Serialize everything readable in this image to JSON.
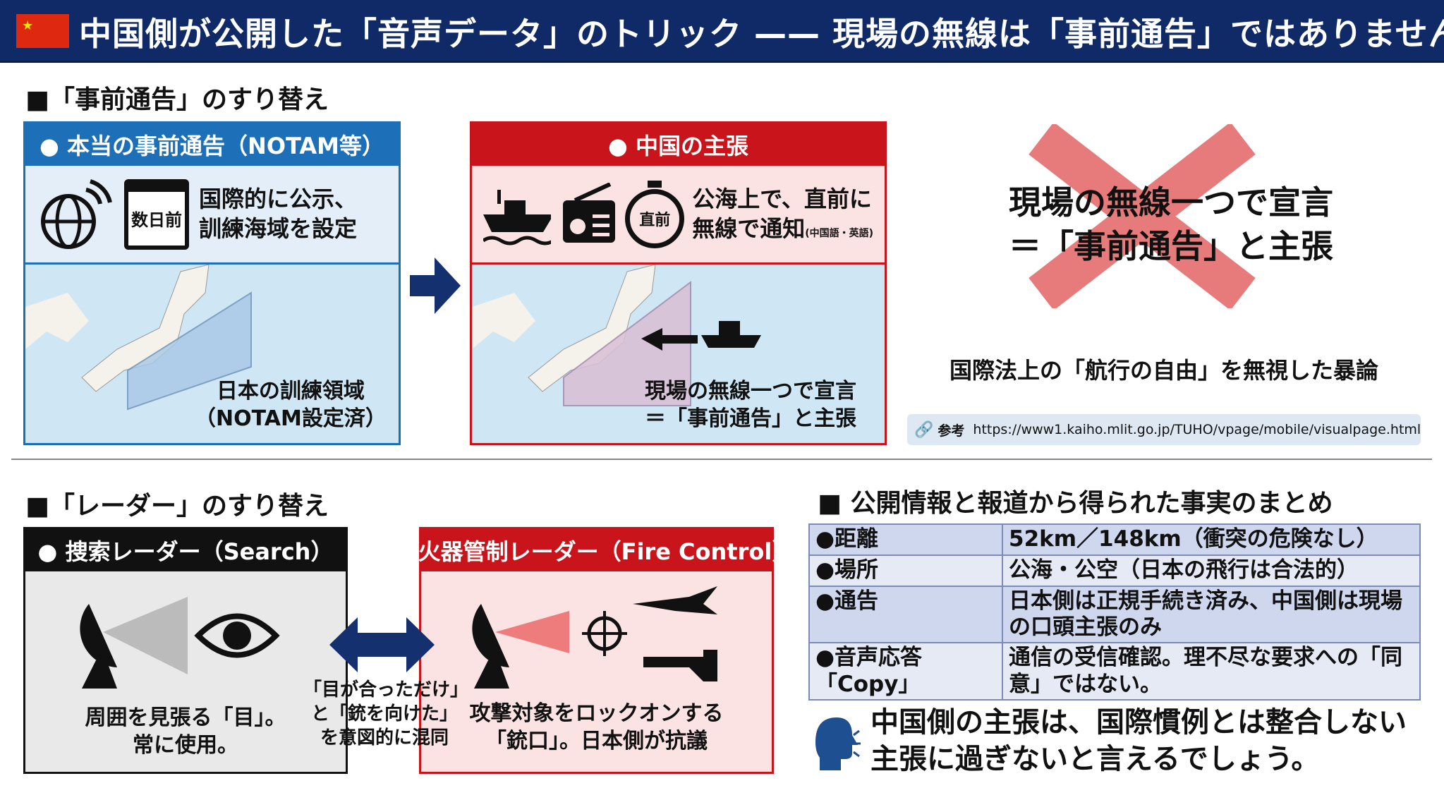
{
  "header": {
    "title": "中国側が公開した「音声データ」のトリック —— 現場の無線は「事前通告」ではありません",
    "flag_color": "#de2910"
  },
  "section1": {
    "title": "■「事前通告」のすり替え",
    "notam": {
      "heading": "● 本当の事前通告（NOTAM等）",
      "calendar_label": "数日前",
      "text1": "国際的に公示、",
      "text2": "訓練海域を設定",
      "map1": "日本の訓練領域",
      "map2": "（NOTAM設定済）"
    },
    "china": {
      "heading": "● 中国の主張",
      "timer_label": "直前",
      "text1": "公海上で、直前に",
      "text2": "無線で通知",
      "text2_small": "(中国語・英語)",
      "map1": "現場の無線一つで宣言",
      "map2": "＝「事前通告」と主張"
    },
    "rejected": {
      "line1": "現場の無線一つで宣言",
      "line2": "＝「事前通告」と主張",
      "verdict": "国際法上の「航行の自由」を無視した暴論"
    },
    "reference": {
      "label": "参考",
      "url": "https://www1.kaiho.mlit.go.jp/TUHO/vpage/mobile/visualpage.html"
    }
  },
  "section2": {
    "title": "■「レーダー」のすり替え",
    "search": {
      "heading": "● 捜索レーダー（Search）",
      "line1": "周囲を見張る「目」。",
      "line2": "常に使用。"
    },
    "middle": {
      "line1": "「目が合っただけ」",
      "line2": "と「銃を向けた」",
      "line3": "を意図的に混同"
    },
    "fire": {
      "heading": "●火器管制レーダー（Fire Control）",
      "line1": "攻撃対象をロックオンする",
      "line2": "「銃口」。日本側が抗議"
    }
  },
  "section3": {
    "title": "■ 公開情報と報道から得られた事実のまとめ",
    "rows": [
      {
        "k": "●距離",
        "v": "52km／148km（衝突の危険なし）"
      },
      {
        "k": "●場所",
        "v": "公海・公空（日本の飛行は合法的）"
      },
      {
        "k": "●通告",
        "v": "日本側は正規手続き済み、中国側は現場の口頭主張のみ"
      },
      {
        "k": "●音声応答「Copy」",
        "v": "通信の受信確認。理不尽な要求への「同意」ではない。"
      }
    ],
    "conclusion1": "中国側の主張は、国際慣例とは整合しない",
    "conclusion2": "主張に過ぎないと言えるでしょう。"
  }
}
